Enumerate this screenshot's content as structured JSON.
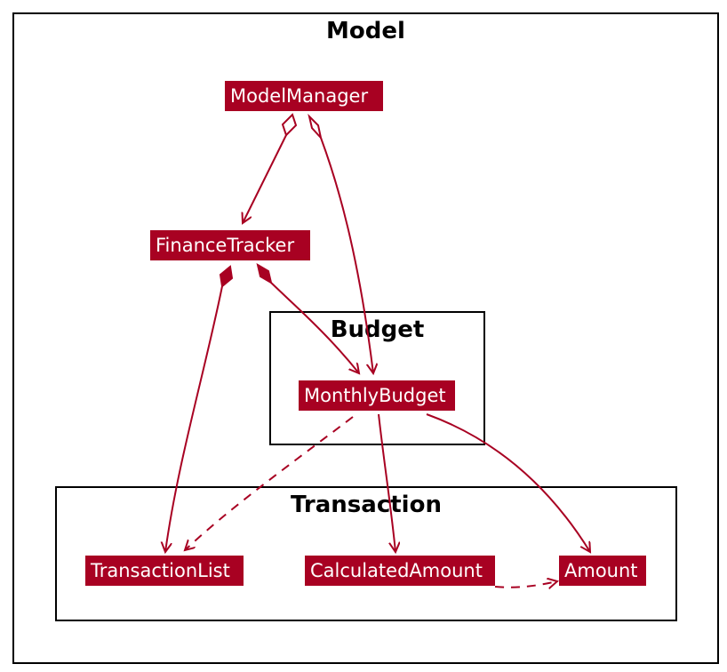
{
  "packages": {
    "model": "Model",
    "budget": "Budget",
    "transaction": "Transaction"
  },
  "classes": {
    "model_manager": "ModelManager",
    "finance_tracker": "FinanceTracker",
    "monthly_budget": "MonthlyBudget",
    "transaction_list": "TransactionList",
    "calculated_amount": "CalculatedAmount",
    "amount": "Amount"
  },
  "colors": {
    "class_fill": "#a80122",
    "edge": "#a80122",
    "package_border": "#000000"
  }
}
